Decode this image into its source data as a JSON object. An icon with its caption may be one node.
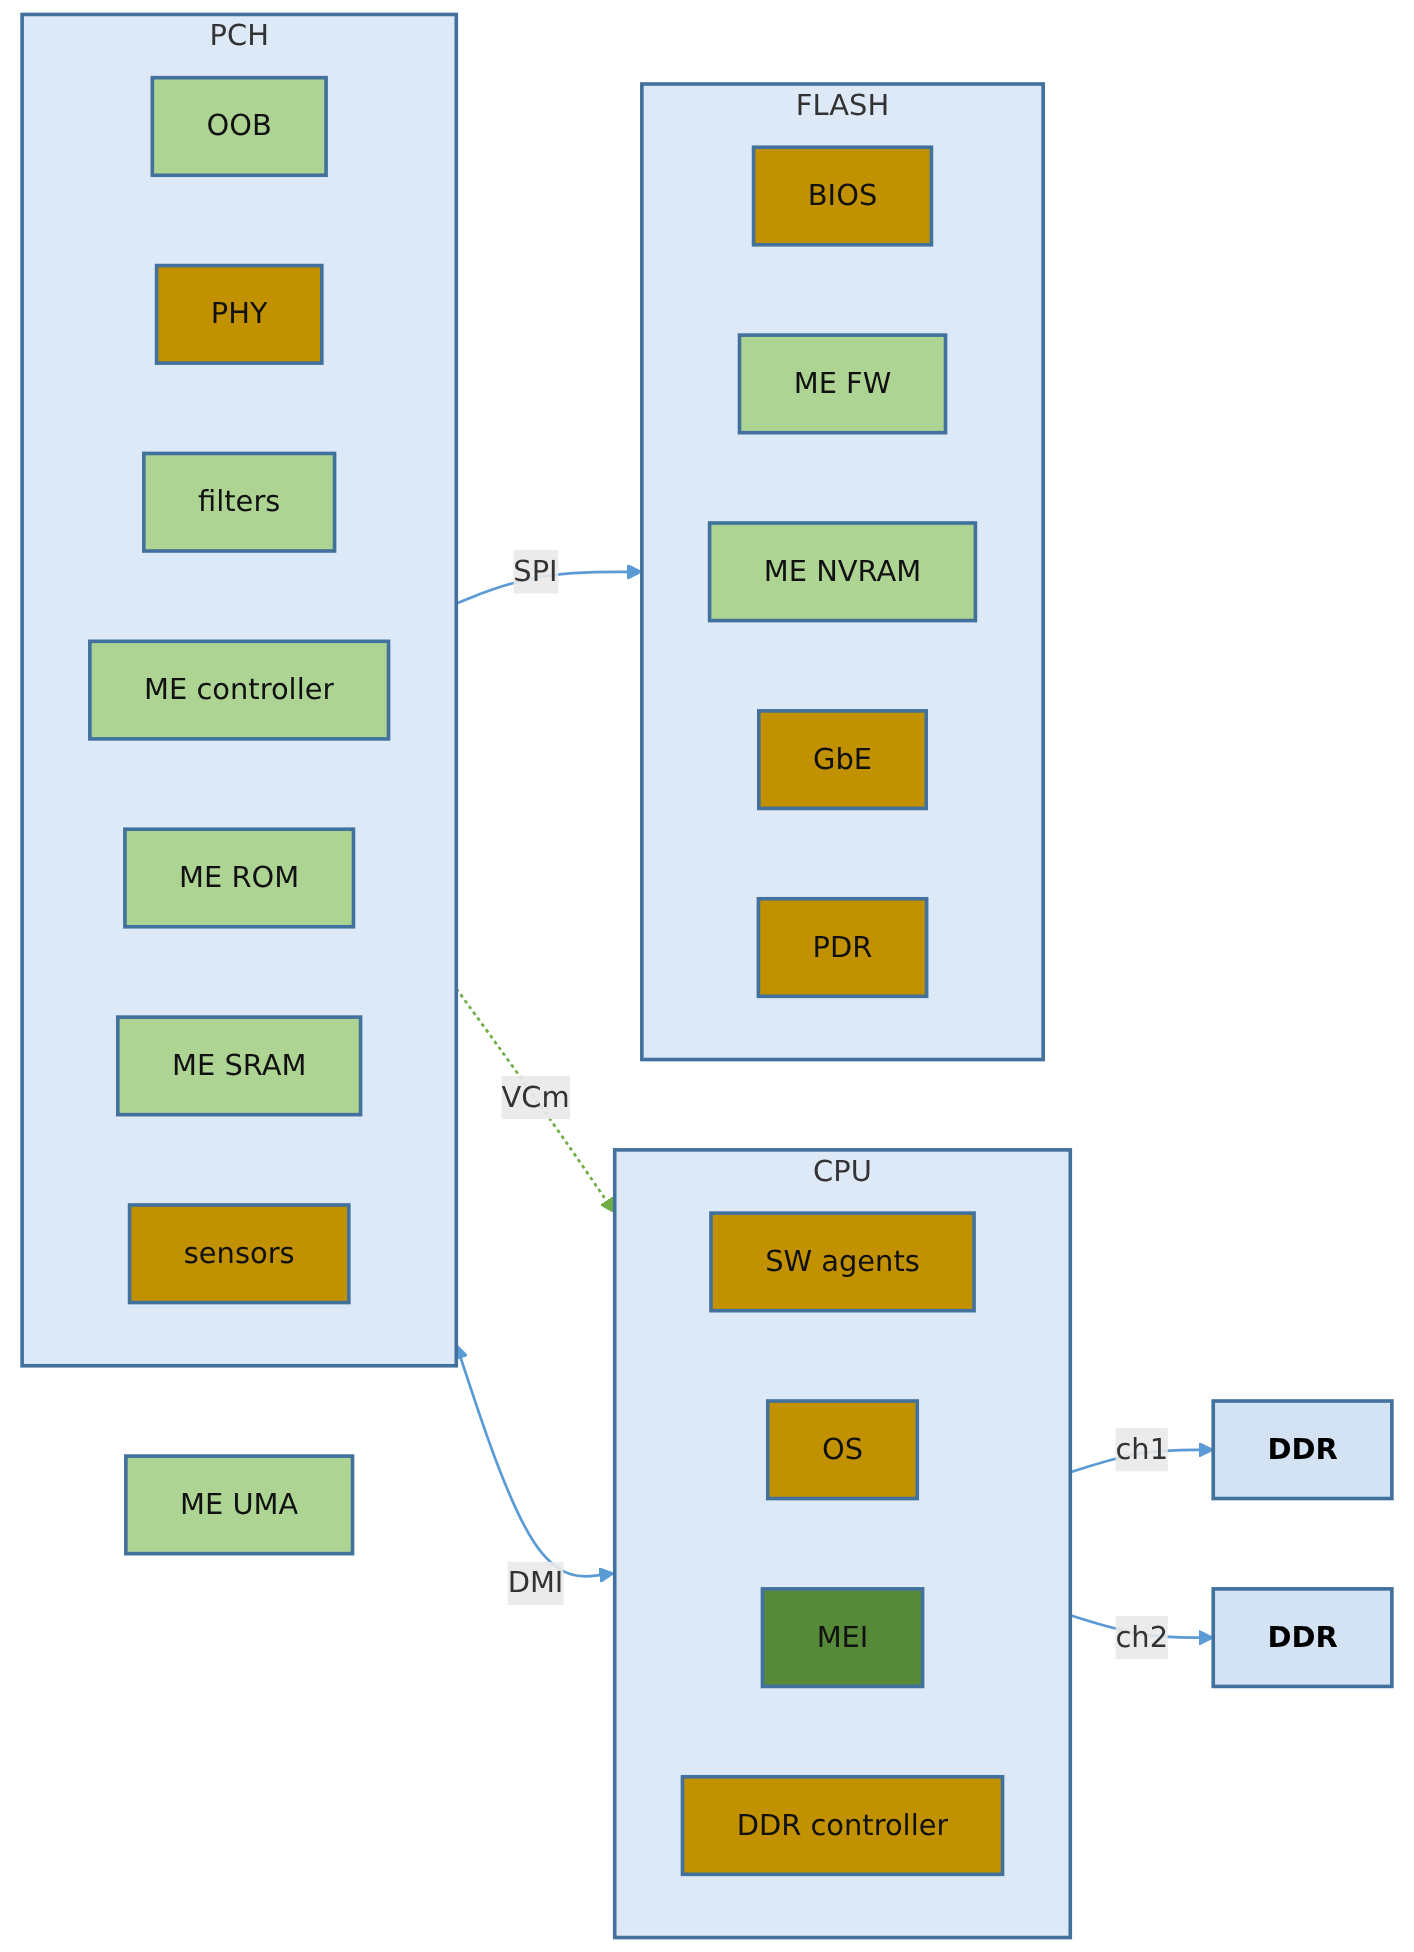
{
  "diagram": {
    "nodes": [
      {
        "text": [
          "CPU"
        ]
      },
      {
        "text": [
          "SW agents"
        ],
        "in": 0
      },
      {
        "text": [
          "OS"
        ],
        "in": 0
      },
      {
        "text": [
          "MEI"
        ],
        "in": 0
      },
      {
        "text": [
          "DDR controller"
        ],
        "in": 0
      },
      {
        "text": [
          "DDR"
        ]
      },
      {
        "text": [
          "ME UMA"
        ]
      },
      {
        "text": [
          "DDR"
        ]
      },
      {
        "text": [
          "PCH"
        ]
      },
      {
        "text": [
          "OOB"
        ],
        "in": 8
      },
      {
        "text": [
          "PHY"
        ],
        "in": 8
      },
      {
        "text": [
          "filters"
        ],
        "in": 8
      },
      {
        "text": [
          "ME controller"
        ],
        "in": 8
      },
      {
        "text": [
          "ME ROM"
        ],
        "in": 8
      },
      {
        "text": [
          "ME SRAM"
        ],
        "in": 8
      },
      {
        "text": [
          "sensors"
        ],
        "in": 8
      },
      {
        "text": [
          "FLASH"
        ]
      },
      {
        "text": [
          "BIOS"
        ],
        "in": 16
      },
      {
        "text": [
          "ME FW"
        ],
        "in": 16
      },
      {
        "text": [
          "ME NVRAM"
        ],
        "in": 16
      },
      {
        "text": [
          "GbE"
        ],
        "in": 16
      },
      {
        "text": [
          "PDR"
        ],
        "in": 16
      }
    ],
    "edges": [
      {
        "from": 0,
        "to": 5,
        "arrow": "to",
        "label": "ch1"
      },
      {
        "from": 0,
        "to": 7,
        "arrow": "to",
        "label": "ch2"
      },
      {
        "from": 8,
        "to": 0,
        "arrow": "to",
        "label": "VCm",
        "style": "dashed",
        "color": "#70ad47"
      },
      {
        "from": 0,
        "to": 8,
        "arrow": "both",
        "label": "DMI"
      },
      {
        "from": 8,
        "to": 16,
        "arrow": "to",
        "label": "SPI"
      }
    ]
  }
}
